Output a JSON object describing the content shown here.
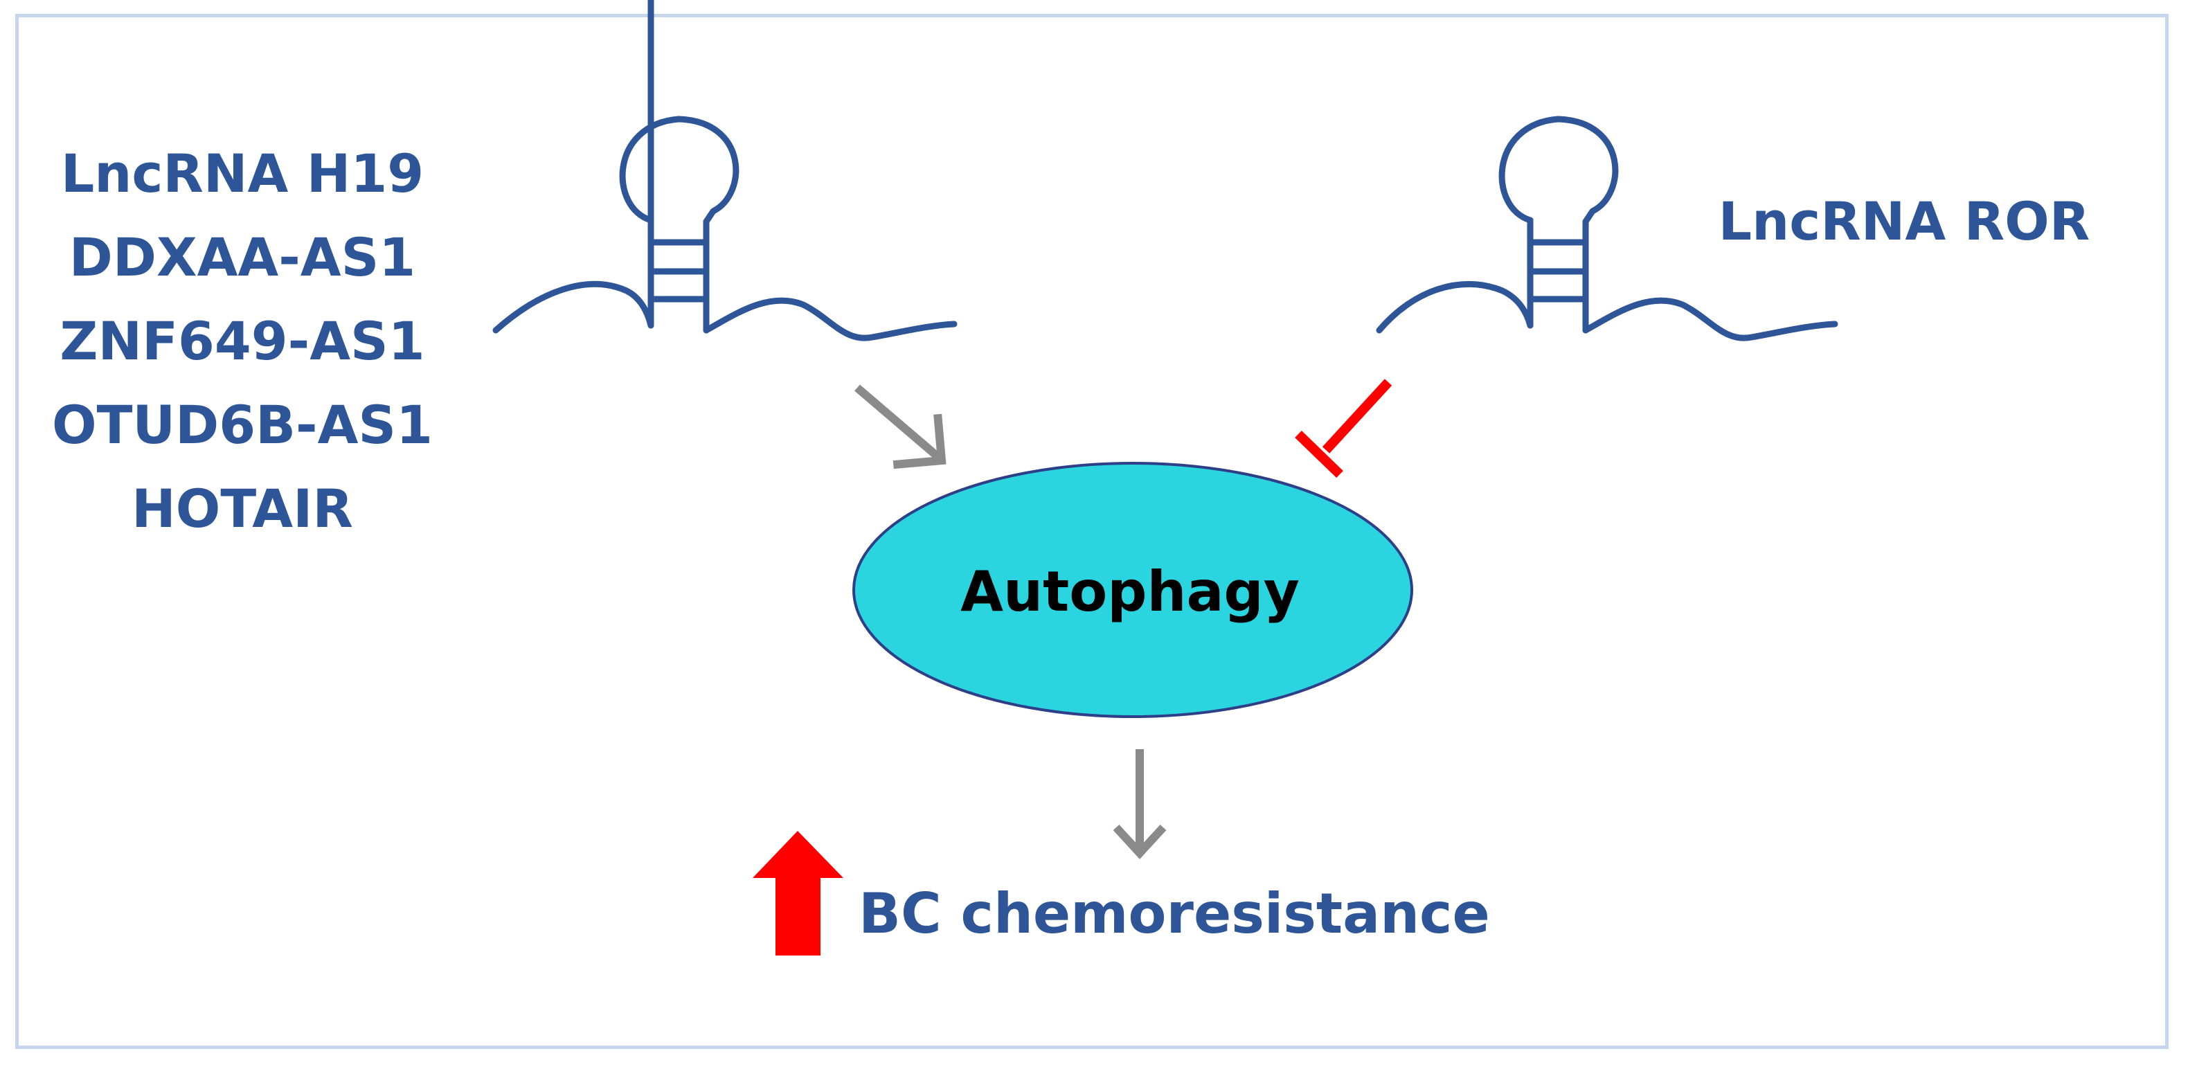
{
  "promoting_lncrnas": [
    "LncRNA H19",
    "DDXAA-AS1",
    "ZNF649-AS1",
    "OTUD6B-AS1",
    "HOTAIR"
  ],
  "inhibiting_lncrna": "LncRNA ROR",
  "central_process": "Autophagy",
  "outcome": "BC chemoresistance",
  "colors": {
    "text_blue": "#2e5597",
    "rna_stroke": "#2e5597",
    "autophagy_fill": "#2bd5e0",
    "autophagy_stroke": "#2e3f8a",
    "promote_arrow": "#8a8a8a",
    "inhibit_bar": "#ff0000",
    "increase_arrow": "#ff0000",
    "frame_border": "#c5d5ee"
  },
  "icons": {
    "rna_left": "stem-loop-rna-icon",
    "rna_right": "stem-loop-rna-icon",
    "increase": "up-arrow-icon"
  }
}
